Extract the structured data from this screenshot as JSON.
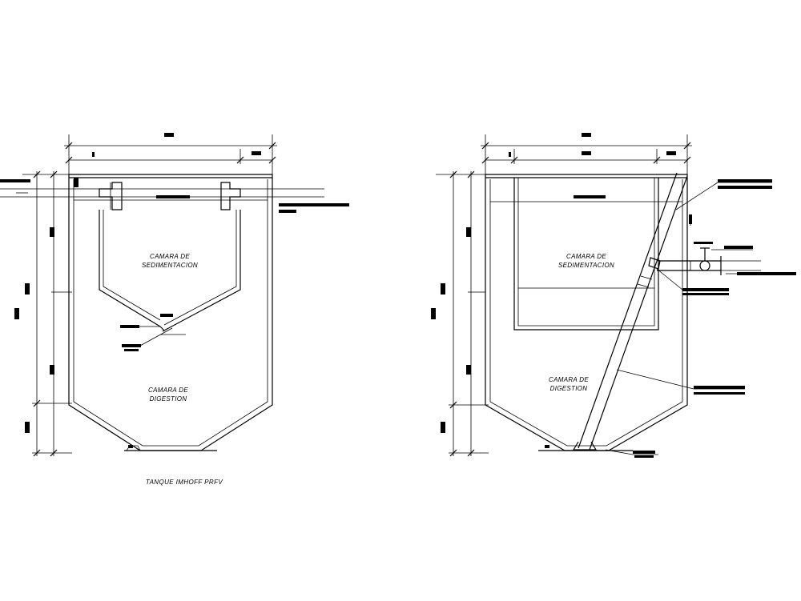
{
  "left_view": {
    "sedimentation": {
      "line1": "CAMARA DE",
      "line2": "SEDIMENTACION"
    },
    "digestion": {
      "line1": "CAMARA DE",
      "line2": "DIGESTION"
    },
    "caption": "TANQUE IMHOFF PRFV"
  },
  "right_view": {
    "sedimentation": {
      "line1": "CAMARA DE",
      "line2": "SEDIMENTACION"
    },
    "digestion": {
      "line1": "CAMARA DE",
      "line2": "DIGESTION"
    }
  }
}
